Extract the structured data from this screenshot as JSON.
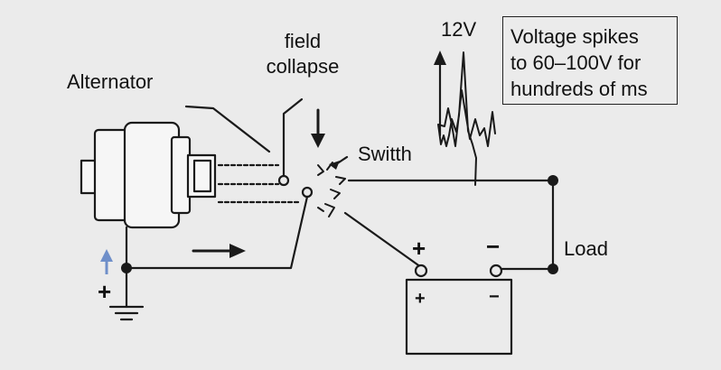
{
  "labels": {
    "alternator": "Alternator",
    "field_collapse_line1": "field",
    "field_collapse_line2": "collapse",
    "switch": "Switth",
    "voltage": "12V",
    "load": "Load",
    "battery_plus_top": "+",
    "battery_minus_top": "−",
    "battery_plus_body": "+",
    "battery_minus_body": "−",
    "ground_plus": "+"
  },
  "note": {
    "lines": [
      "Voltage spikes",
      "to 60–100V for",
      "hundreds of ms"
    ]
  },
  "colors": {
    "line": "#1a1a1a",
    "background": "#ebebeb",
    "blue_arrow": "#6f8fc9",
    "alternator_fill": "#f6f6f6"
  }
}
